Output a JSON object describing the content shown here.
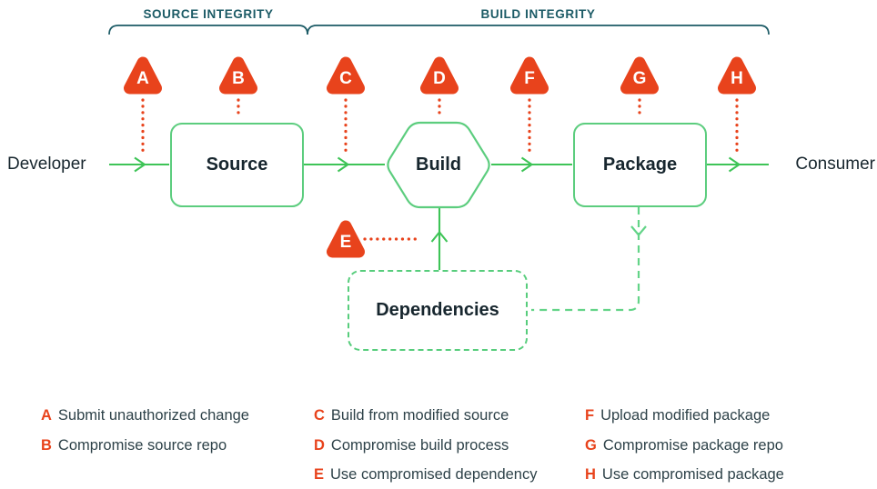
{
  "sections": {
    "source_integrity": "SOURCE INTEGRITY",
    "build_integrity": "BUILD INTEGRITY"
  },
  "nodes": {
    "developer": "Developer",
    "source": "Source",
    "build": "Build",
    "package": "Package",
    "dependencies": "Dependencies",
    "consumer": "Consumer"
  },
  "threats": [
    {
      "letter": "A",
      "label": "Submit unauthorized change"
    },
    {
      "letter": "B",
      "label": "Compromise source repo"
    },
    {
      "letter": "C",
      "label": "Build from modified source"
    },
    {
      "letter": "D",
      "label": "Compromise build process"
    },
    {
      "letter": "E",
      "label": "Use compromised dependency"
    },
    {
      "letter": "F",
      "label": "Upload modified package"
    },
    {
      "letter": "G",
      "label": "Compromise package repo"
    },
    {
      "letter": "H",
      "label": "Use compromised package"
    }
  ],
  "colors": {
    "threat_red": "#E8431C",
    "arrow_green": "#3EC457",
    "node_border_green": "#5CCD7E",
    "dependency_dash_green": "#63D488",
    "section_teal": "#1C5B66",
    "node_text": "#17262E",
    "legend_text": "#2E4249"
  }
}
